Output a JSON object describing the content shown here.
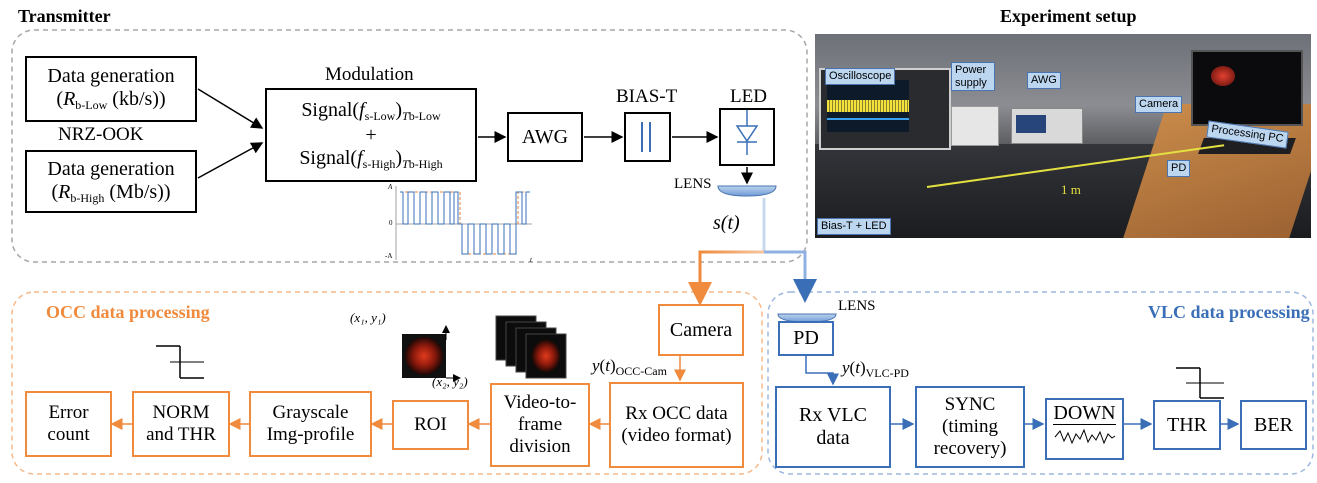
{
  "sections": {
    "transmitter": "Transmitter",
    "experiment_setup": "Experiment setup",
    "occ_processing": "OCC data processing",
    "vlc_processing": "VLC data processing"
  },
  "transmitter": {
    "datagen_low_line1": "Data generation",
    "datagen_low_rate": "b-Low",
    "datagen_low_unit": " (kb/s))",
    "nrz_label": "NRZ-OOK",
    "datagen_high_line1": "Data generation",
    "datagen_high_rate": "b-High",
    "datagen_high_unit": " (Mb/s))",
    "modulation_label": "Modulation",
    "signal_low_sub": "s-Low",
    "signal_low_tsub": "b-Low",
    "plus": "+",
    "signal_high_sub": "s-High",
    "signal_high_tsub": "b-High",
    "awg": "AWG",
    "bias_t": "BIAS-T",
    "led": "LED",
    "lens": "LENS",
    "s_t": "s(t)",
    "wave_axis_top": "A",
    "wave_axis_zero": "0",
    "wave_axis_bottom": "-A",
    "wave_axis_t": "t"
  },
  "photo_labels": {
    "oscilloscope": "Oscilloscope",
    "power_supply": "Power supply",
    "awg": "AWG",
    "camera": "Camera",
    "processing_pc": "Processing PC",
    "pd": "PD",
    "distance": "1 m",
    "bias_led": "Bias-T + LED"
  },
  "occ": {
    "camera": "Camera",
    "y_occ": "OCC-Cam",
    "rx_occ_line1": "Rx OCC data",
    "rx_occ_line2": "(video format)",
    "video_line1": "Video-to-",
    "video_line2": "frame",
    "video_line3": "division",
    "roi": "ROI",
    "gray_line1": "Grayscale",
    "gray_line2": "Img-profile",
    "norm_line1": "NORM",
    "norm_line2": "and THR",
    "err_line1": "Error",
    "err_line2": "count",
    "coord1": "(x₁, y₁)",
    "coord2": "(x₂, y₂)"
  },
  "vlc": {
    "lens": "LENS",
    "pd": "PD",
    "y_vlc": "VLC-PD",
    "rx_vlc_line1": "Rx VLC",
    "rx_vlc_line2": "data",
    "sync_line1": "SYNC",
    "sync_line2": "(timing",
    "sync_line3": "recovery)",
    "down": "DOWN",
    "thr": "THR",
    "ber": "BER"
  },
  "colors": {
    "occ": "#f08a3c",
    "vlc": "#3a6fb8",
    "gray_border": "#a6a6a6"
  }
}
